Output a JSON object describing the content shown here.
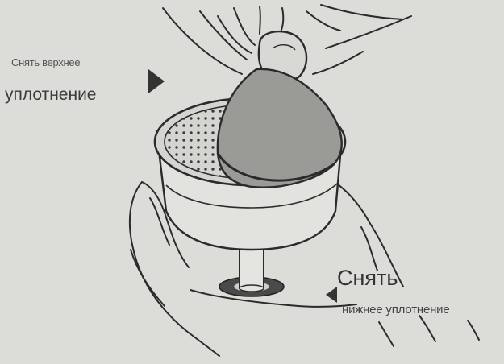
{
  "labels": {
    "top_line1": "Снять верхнее",
    "top_line2": "уплотнение",
    "bottom_line1": "Снять",
    "bottom_line2": "нижнее уплотнение"
  },
  "colors": {
    "background": "#dcdcd8",
    "ink": "#2b2b2b",
    "gasket_fill": "#9a9a96",
    "seal_ring": "#555555"
  }
}
